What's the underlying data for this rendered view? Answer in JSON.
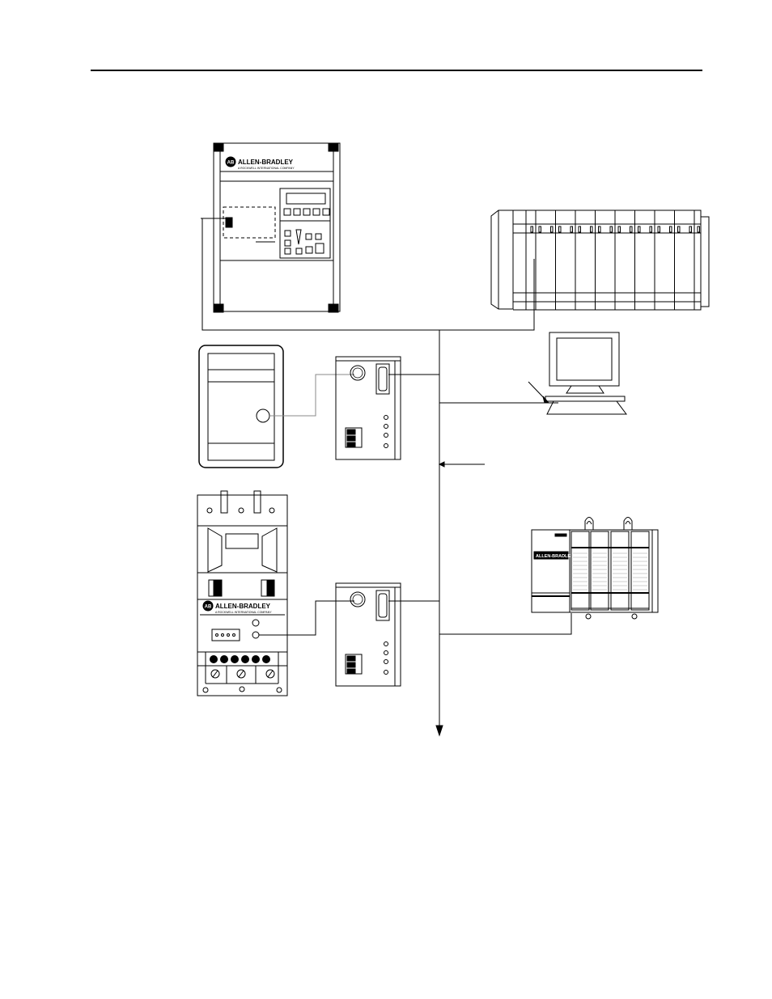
{
  "brand": {
    "name": "ALLEN-BRADLEY",
    "tagline": "A ROCKWELL INTERNATIONAL COMPANY",
    "logo_mark": "AB",
    "plc_name": "ALLEN-BRADLEY"
  },
  "devices": [
    {
      "id": "drive",
      "icon": "ac-drive-icon"
    },
    {
      "id": "io-rack",
      "icon": "io-rack-icon"
    },
    {
      "id": "computer",
      "icon": "computer-icon"
    },
    {
      "id": "adapter-top",
      "icon": "communication-adapter-icon"
    },
    {
      "id": "small-enclosure",
      "icon": "enclosure-icon"
    },
    {
      "id": "soft-starter",
      "icon": "soft-starter-icon"
    },
    {
      "id": "adapter-bottom",
      "icon": "communication-adapter-icon"
    },
    {
      "id": "compactlogix",
      "icon": "plc-controller-icon"
    }
  ],
  "colors": {
    "line": "#000000",
    "connector_gray": "#888888",
    "background": "#ffffff"
  }
}
